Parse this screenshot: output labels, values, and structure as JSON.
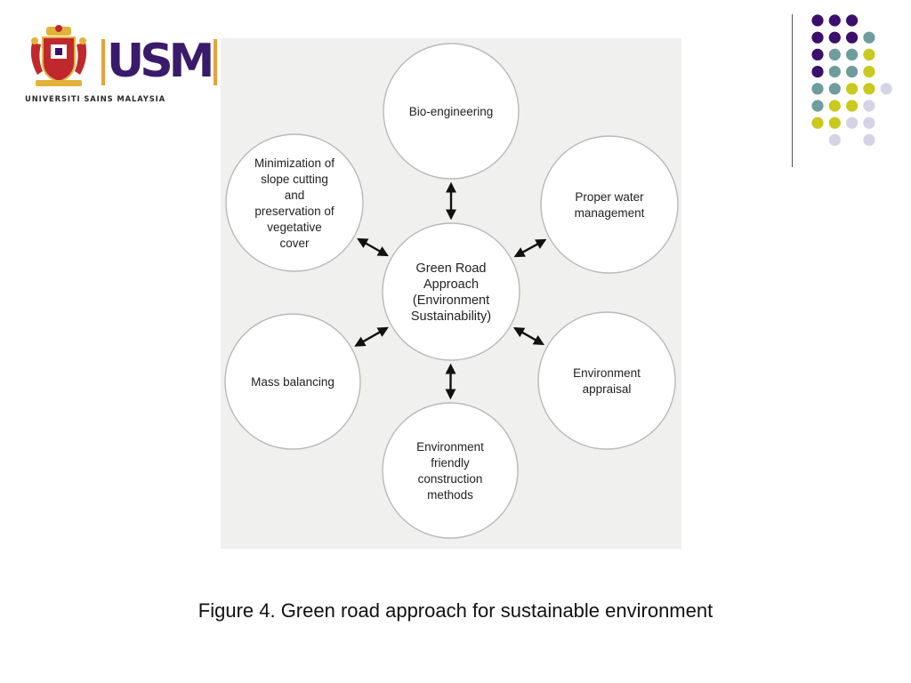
{
  "logo": {
    "alt": "USM logo",
    "mark_text": "USM",
    "name": "UNIVERSITI SAINS MALAYSIA"
  },
  "figure": {
    "center": {
      "lines": [
        "Green Road",
        "Approach",
        "(Environment",
        "Sustainability)"
      ]
    },
    "nodes": [
      {
        "id": "bio-engineering",
        "lines": [
          "Bio-engineering"
        ]
      },
      {
        "id": "proper-water-management",
        "lines": [
          "Proper water",
          "management"
        ]
      },
      {
        "id": "environment-appraisal",
        "lines": [
          "Environment",
          "appraisal"
        ]
      },
      {
        "id": "environment-friendly-construction",
        "lines": [
          "Environment",
          "friendly",
          "construction",
          "methods"
        ]
      },
      {
        "id": "mass-balancing",
        "lines": [
          "Mass balancing"
        ]
      },
      {
        "id": "minimization-slope-cutting",
        "lines": [
          "Minimization of",
          "slope cutting",
          "and",
          "preservation of",
          "vegetative",
          "cover"
        ]
      }
    ]
  },
  "caption": "Figure 4. Green road approach for sustainable environment",
  "colors": {
    "purple": "#3b0f6b",
    "teal": "#6f9c9c",
    "yellow": "#c9c91e",
    "lavender": "#d4d4e6",
    "crest_red": "#c0282d",
    "crest_gold": "#e2b23a",
    "logo_purple": "#3a1a6b",
    "logo_orange": "#e7a13a"
  }
}
